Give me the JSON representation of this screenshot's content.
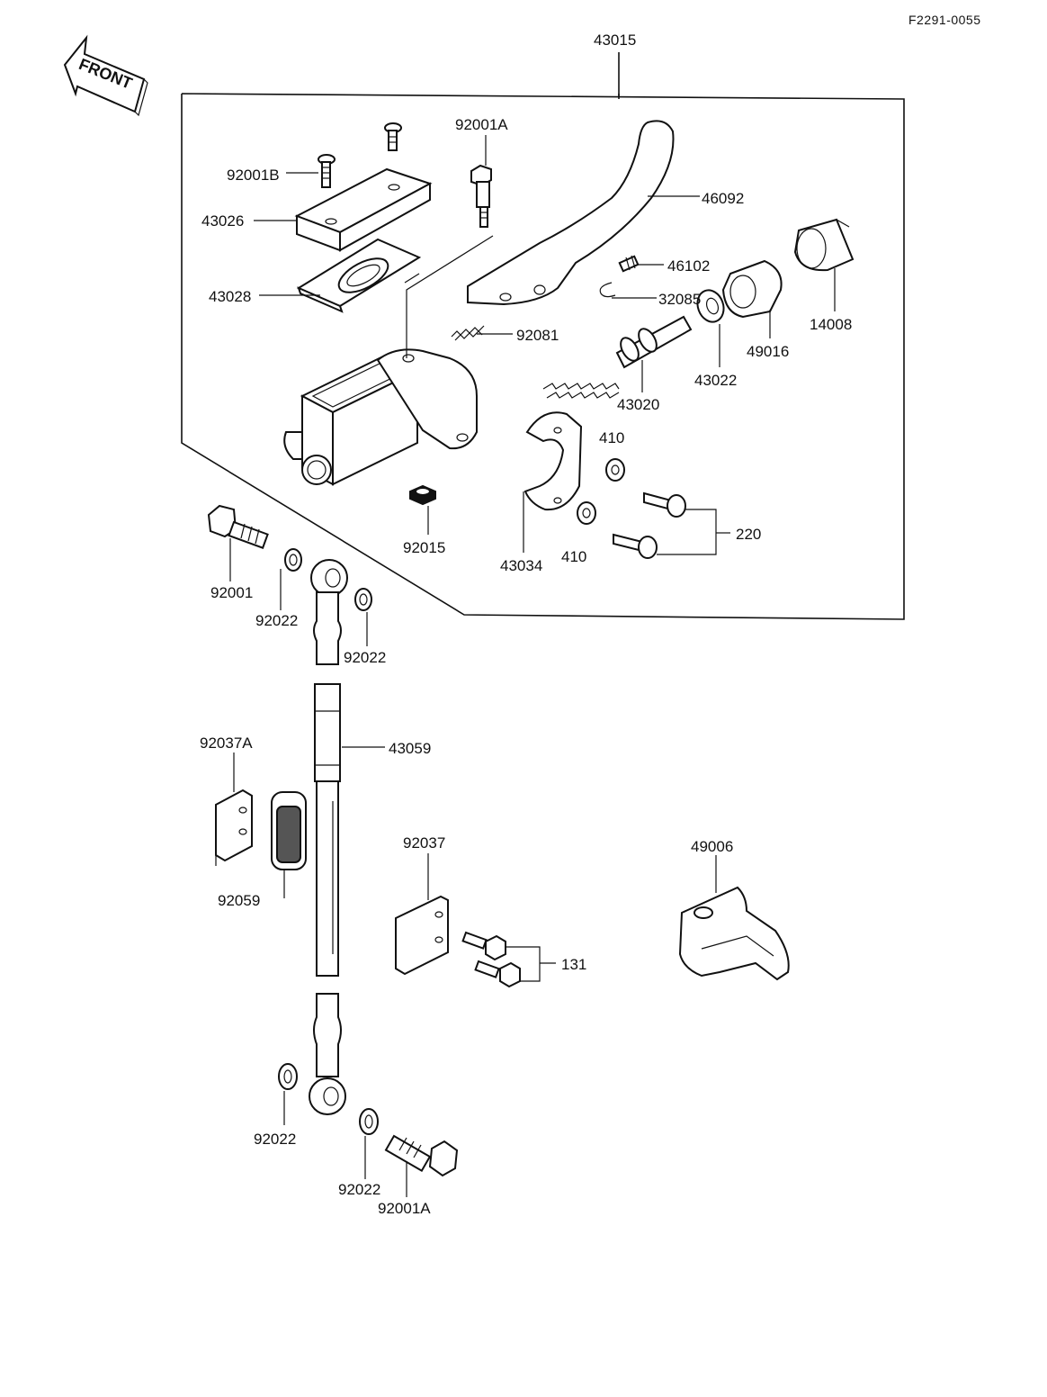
{
  "diagram_code": "F2291-0055",
  "front_label": "FRONT",
  "labels": {
    "l43015": "43015",
    "l92001A_top": "92001A",
    "l92001B": "92001B",
    "l43026": "43026",
    "l43028": "43028",
    "l46092": "46092",
    "l46102": "46102",
    "l32085": "32085",
    "l92081": "92081",
    "l43022": "43022",
    "l49016": "49016",
    "l14008": "14008",
    "l43020": "43020",
    "l410_top": "410",
    "l410_bot": "410",
    "l220": "220",
    "l43034": "43034",
    "l92015": "92015",
    "l92001": "92001",
    "l92022_a": "92022",
    "l92022_b": "92022",
    "l43059": "43059",
    "l92037A": "92037A",
    "l92059": "92059",
    "l92037": "92037",
    "l131": "131",
    "l49006": "49006",
    "l92022_c": "92022",
    "l92022_d": "92022",
    "l92001A_bot": "92001A"
  }
}
